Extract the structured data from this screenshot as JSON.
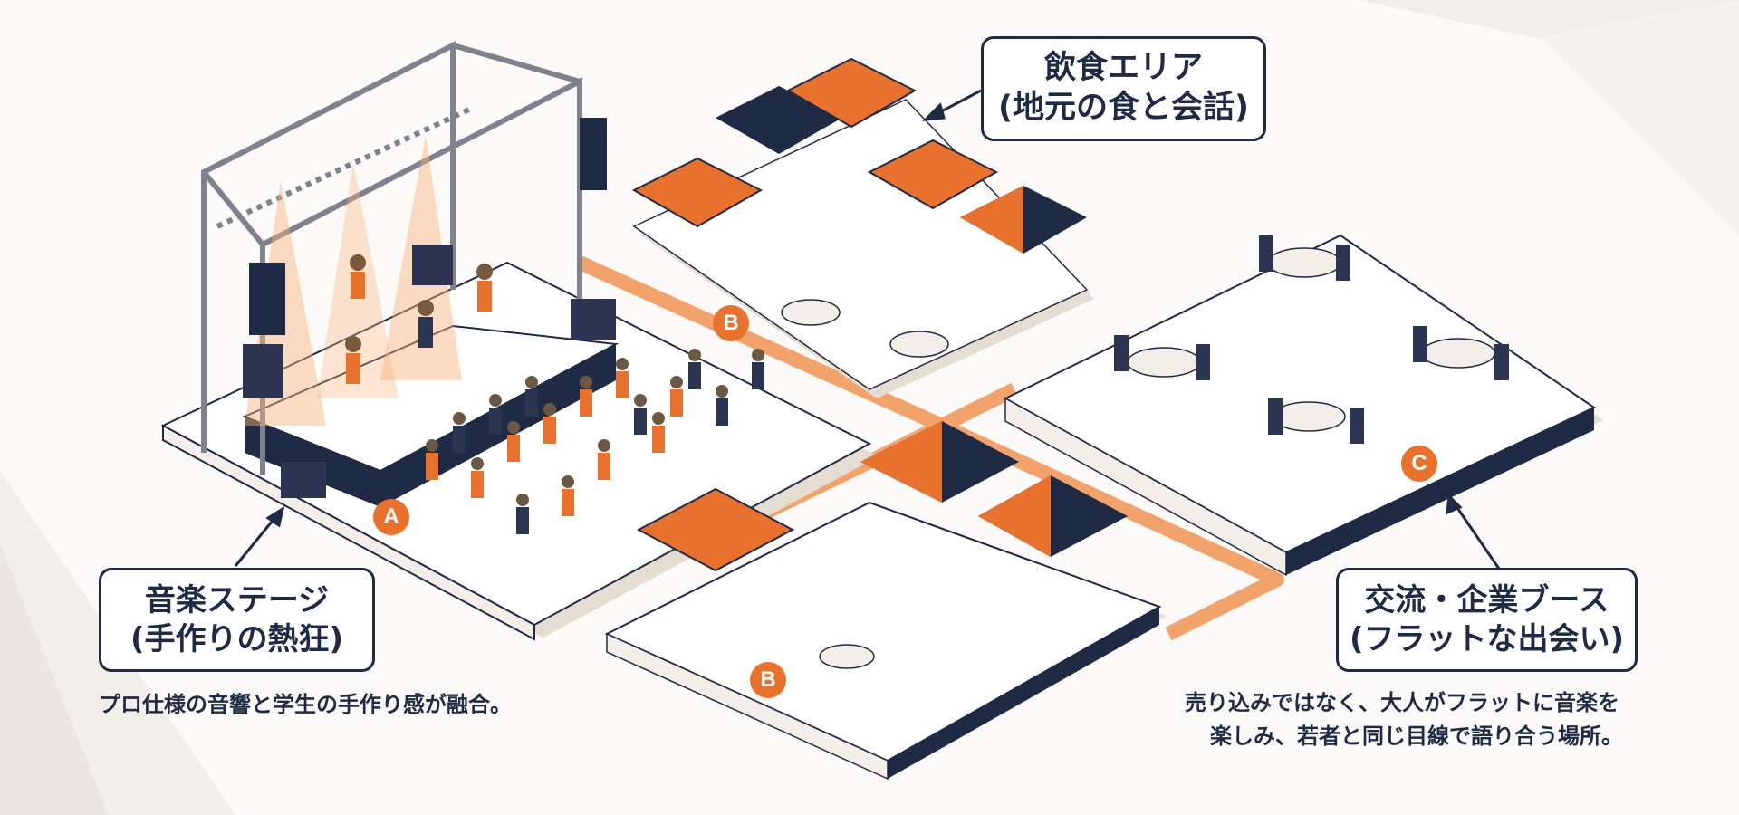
{
  "colors": {
    "navy": "#1f2a44",
    "orange": "#e8712e",
    "light_orange_path": "#f2a36c",
    "platform_white": "#ffffff",
    "shadow_beige": "#e6ddd2",
    "truss_gray": "#8a8f99"
  },
  "zones": {
    "stage": {
      "badge": "A",
      "title_line1": "音楽ステージ",
      "title_line2": "(手作りの熱狂)",
      "description": "プロ仕様の音響と学生の手作り感が融合。"
    },
    "food_area": {
      "badge": "B",
      "title_line1": "飲食エリア",
      "title_line2": "(地元の食と会話)"
    },
    "food_area_lower": {
      "badge": "B"
    },
    "networking": {
      "badge": "C",
      "title_line1": "交流・企業ブース",
      "title_line2": "(フラットな出会い)",
      "description_line1": "売り込みではなく、大人がフラットに音楽を",
      "description_line2": "楽しみ、若者と同じ目線で語り合う場所。"
    }
  },
  "icons": [
    "stage-truss-icon",
    "tent-icon",
    "round-table-icon",
    "crowd-icon",
    "arrow-pointer-icon"
  ]
}
